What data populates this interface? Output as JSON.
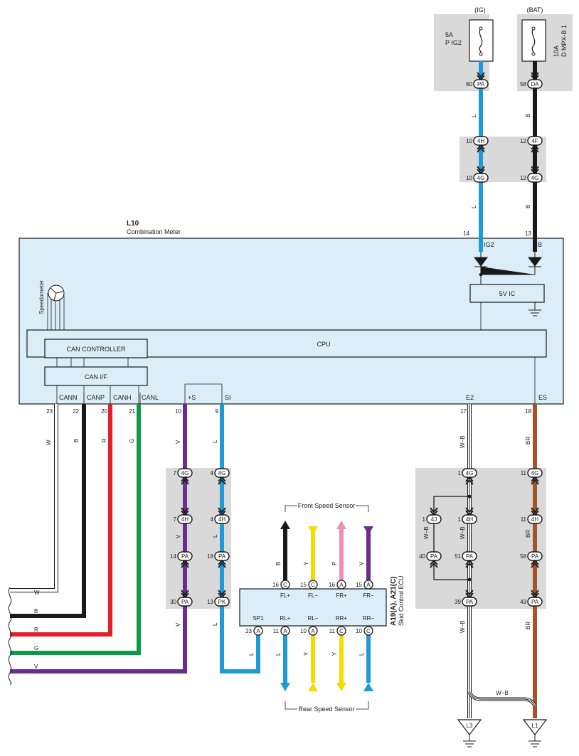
{
  "colors": {
    "L": "#1e9bd7",
    "B": "#1a1a1a",
    "R": "#e0202a",
    "G": "#0c9a4a",
    "V": "#6a2c8e",
    "Y": "#f5dc00",
    "P": "#ee8fb3",
    "BR": "#a35428",
    "W": "#ffffff",
    "panel": "#dbeef8",
    "connbox": "#d9d9d9"
  },
  "fuses": [
    {
      "source": "(IG)",
      "rating": "5A",
      "name": "P IG2"
    },
    {
      "source": "(BAT)",
      "rating": "10A",
      "name": "D MPX-B 1"
    }
  ],
  "meter": {
    "id": "L10",
    "name": "Combination Meter",
    "speedometer": "Speedometer",
    "ic": "5V IC",
    "cpu": "CPU",
    "can_controller": "CAN CONTROLLER",
    "can_if": "CAN I/F",
    "terms_top": [
      "IG2",
      "B"
    ],
    "terms_bottom": [
      "CANN",
      "CANP",
      "CANH",
      "CANL",
      "+S",
      "SI",
      "E2",
      "ES"
    ]
  },
  "ecu": {
    "id": "A19(A), A21(C)",
    "name": "Skid Control ECU",
    "top_terms": [
      "FL+",
      "FL−",
      "FR+",
      "FR−"
    ],
    "bottom_terms": [
      "SP1",
      "RL+",
      "RL−",
      "RR+",
      "RR−"
    ],
    "front_sensor": "Front Speed Sensor",
    "rear_sensor": "Rear Speed Sensor"
  },
  "wires": {
    "ig": "L",
    "bat": "B",
    "cann": "W",
    "canp": "B",
    "canh": "R",
    "canl": "G",
    "s": "V",
    "si": "L",
    "e2": "W−B",
    "es": "BR",
    "fl_plus": "B",
    "fl_minus": "Y",
    "fr_plus": "P",
    "fr_minus": "V",
    "sp1": "L",
    "rl_plus": "L",
    "rl_minus": "Y",
    "rr_plus": "Y",
    "rr_minus": "L",
    "wb_short": "W−B",
    "br_short": "BR"
  },
  "pins": {
    "p60": "60",
    "p58": "58",
    "p10a": "10",
    "p12a": "12",
    "p10b": "10",
    "p12b": "12",
    "p14": "14",
    "p13": "13",
    "p23": "23",
    "p22": "22",
    "p20": "20",
    "p21": "21",
    "p10": "10",
    "p9": "9",
    "p17": "17",
    "p18": "18",
    "p7a": "7",
    "p4a": "4",
    "p7b": "7",
    "p4b": "4",
    "p14b": "14",
    "p18b": "18",
    "p30": "30",
    "p13b": "13",
    "p1a": "1",
    "p11a": "11",
    "p1b": "1",
    "p1c": "1",
    "p11b": "11",
    "p40": "40",
    "p51": "51",
    "p58b": "58",
    "p39": "39",
    "p43": "43",
    "ecu16c": "16",
    "ecu15c": "15",
    "ecu16a": "16",
    "ecu15a": "15",
    "ecu23": "23",
    "ecu11a": "11",
    "ecu10a": "10",
    "ecu11c": "11",
    "ecu10c": "10"
  },
  "connectors": {
    "PA": "PA",
    "DA": "DA",
    "4H": "4H",
    "4F": "4F",
    "4G": "4G",
    "PK": "PK",
    "4J": "4J",
    "C": "C",
    "A": "A"
  },
  "left_wires": [
    "W",
    "B",
    "R",
    "G",
    "V"
  ],
  "grounds": [
    "L3",
    "L1"
  ]
}
